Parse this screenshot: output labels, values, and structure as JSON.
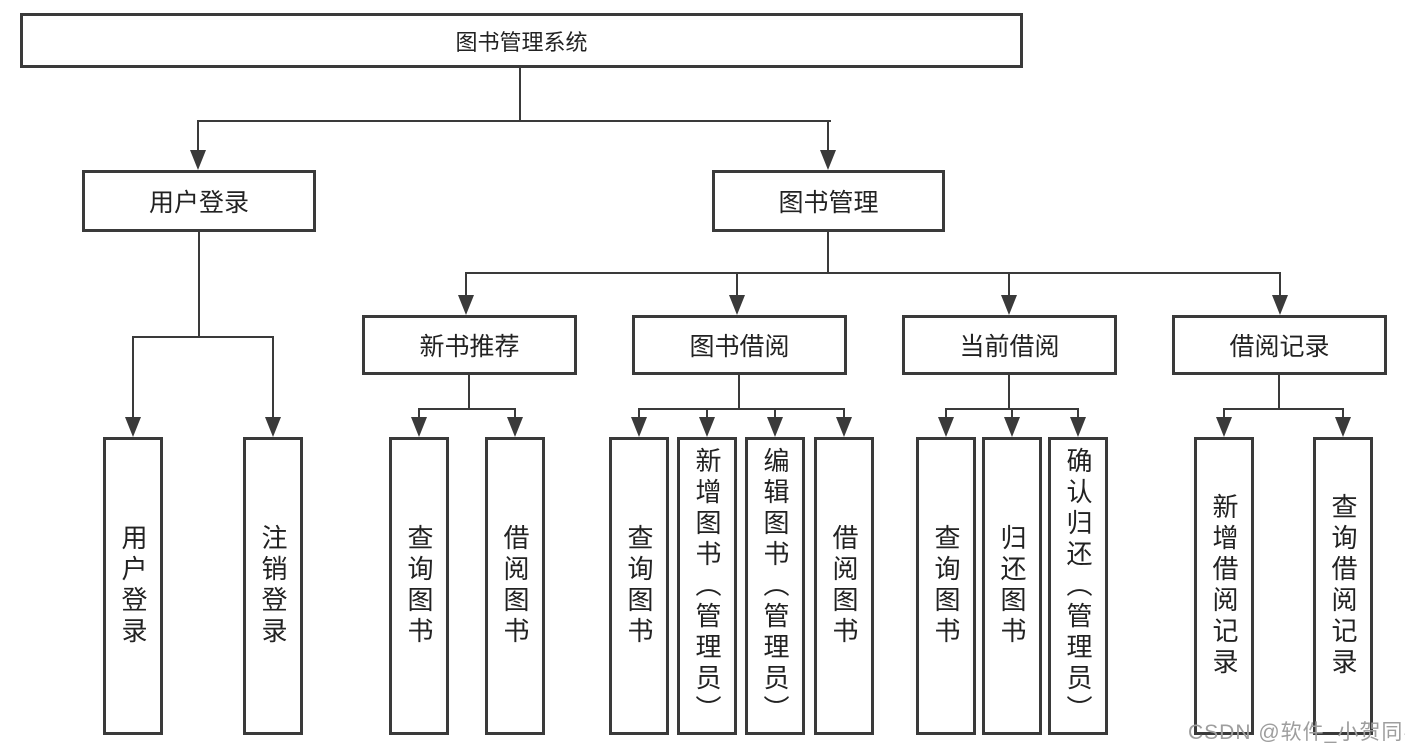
{
  "diagram": {
    "root_label": "图书管理系统",
    "branches": {
      "user_login": "用户登录",
      "book_mgmt": "图书管理"
    },
    "categories": {
      "new_books": "新书推荐",
      "book_borrow": "图书借阅",
      "current_borrow": "当前借阅",
      "borrow_records": "借阅记录"
    },
    "leaves": {
      "user_login": [
        "用户登录",
        "注销登录"
      ],
      "new_books": [
        "查询图书",
        "借阅图书"
      ],
      "book_borrow": [
        "查询图书",
        "新增图书（管理员）",
        "编辑图书（管理员）",
        "借阅图书"
      ],
      "current_borrow": [
        "查询图书",
        "归还图书",
        "确认归还（管理员）"
      ],
      "borrow_records": [
        "新增借阅记录",
        "查询借阅记录"
      ]
    }
  },
  "watermark": {
    "text": "CSDN @软件_小贺同学"
  },
  "colors": {
    "line": "#3a3a3a",
    "text": "#222222",
    "watermark": "#9e9e9e",
    "background": "#ffffff"
  }
}
